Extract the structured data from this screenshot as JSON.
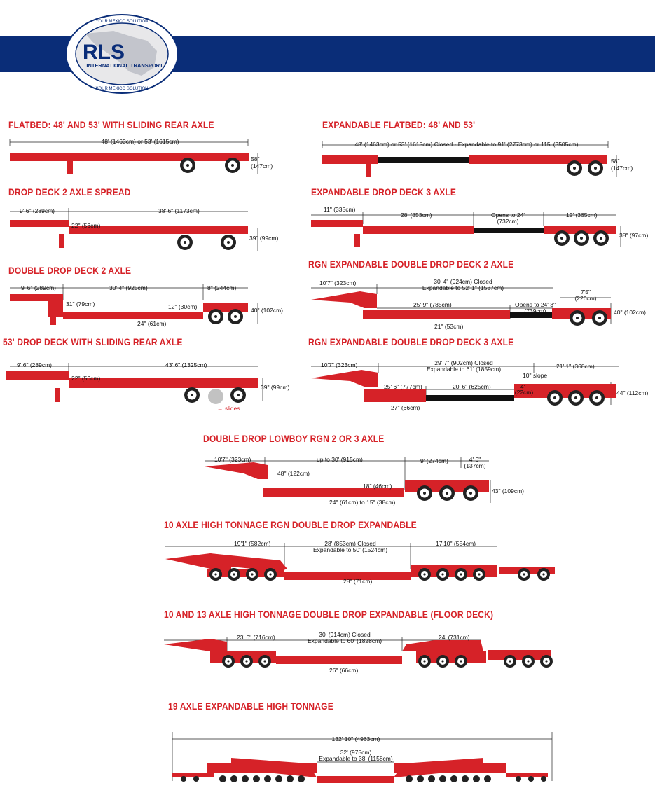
{
  "logo": {
    "brand": "RLS",
    "subtitle": "INTERNATIONAL TRANSPORT",
    "ring_text": "YOUR MEXICO SOLUTION"
  },
  "colors": {
    "trailer": "#d62228",
    "band": "#0a2d78",
    "title": "#d62228",
    "expansion": "#111111"
  },
  "sections": {
    "flatbed": {
      "title": "FLATBED: 48' AND 53' WITH SLIDING REAR AXLE",
      "dims": [
        "48' (1463cm) or 53' (1615cm)",
        "58\"",
        "(147cm)"
      ]
    },
    "exp_flatbed": {
      "title": "EXPANDABLE FLATBED: 48' AND 53'",
      "dims": [
        "48' (1463cm) or 53' (1615cm) Closed - Expandable to 91' (2773cm) or 115' (3505cm)",
        "58\"",
        "(147cm)"
      ]
    },
    "dd2_spread": {
      "title": "DROP DECK 2 AXLE SPREAD",
      "dims": [
        "9' 6\" (289cm)",
        "38' 6\" (1173cm)",
        "22\" (56cm)",
        "39\" (99cm)"
      ]
    },
    "exp_dd3": {
      "title": "EXPANDABLE DROP DECK 3 AXLE",
      "dims": [
        "11\" (335cm)",
        "28' (853cm)",
        "Opens to 24'",
        "(732cm)",
        "12' (365cm)",
        "38\" (97cm)"
      ]
    },
    "double_drop2": {
      "title": "DOUBLE DROP DECK 2 AXLE",
      "dims": [
        "9' 6\" (289cm)",
        "30' 4\" (925cm)",
        "8\" (244cm)",
        "31\" (79cm)",
        "12\" (30cm)",
        "40\" (102cm)",
        "24\" (61cm)"
      ]
    },
    "rgn_exp2": {
      "title": "RGN EXPANDABLE DOUBLE DROP DECK 2 AXLE",
      "dims": [
        "10'7\" (323cm)",
        "30' 4\" (924cm) Closed",
        "Expandable to 52' 1\" (1587cm)",
        "7'5\"",
        "(226cm)",
        "25' 9\" (785cm)",
        "Opens to 24' 3\"",
        "(739cm)",
        "40\" (102cm)",
        "21\" (53cm)"
      ]
    },
    "dd53": {
      "title": "53' DROP DECK WITH SLIDING REAR AXLE",
      "dims": [
        "9' 6\" (289cm)",
        "43' 6\" (1325cm)",
        "22\" (56cm)",
        "39\" (99cm)",
        "← slides"
      ]
    },
    "rgn_exp3": {
      "title": "RGN EXPANDABLE DOUBLE DROP DECK 3 AXLE",
      "dims": [
        "10'7\" (323cm)",
        "29' 7\" (902cm) Closed",
        "Expandable to 61' (1859cm)",
        "21' 1\" (368cm)",
        "10\" slope",
        "25' 6\" (777cm)",
        "20' 6\" (625cm)",
        "4'",
        "(22cm)",
        "44\" (112cm)",
        "27\" (66cm)"
      ]
    },
    "lowboy": {
      "title": "DOUBLE DROP LOWBOY RGN 2 OR 3 AXLE",
      "dims": [
        "10'7\" (323cm)",
        "up to 30' (915cm)",
        "9' (274cm)",
        "4' 6\"",
        "(137cm)",
        "48\" (122cm)",
        "18\" (46cm)",
        "43\" (109cm)",
        "24\" (61cm) to 15\" (38cm)"
      ]
    },
    "ten_axle": {
      "title": "10 AXLE HIGH TONNAGE RGN DOUBLE DROP EXPANDABLE",
      "dims": [
        "19'1\" (582cm)",
        "28' (853cm) Closed",
        "Expandable to 50' (1524cm)",
        "17'10\" (554cm)",
        "28\" (71cm)"
      ]
    },
    "ten13_axle": {
      "title": "10 AND 13 AXLE HIGH TONNAGE DOUBLE DROP EXPANDABLE (FLOOR DECK)",
      "dims": [
        "23' 6\" (716cm)",
        "30' (914cm) Closed",
        "Expandable to 60' (1828cm)",
        "24' (731cm)",
        "26\" (66cm)"
      ]
    },
    "nineteen_axle": {
      "title": "19 AXLE EXPANDABLE HIGH TONNAGE",
      "dims": [
        "132' 10\" (4963cm)",
        "32' (975cm)",
        "Expandable to 38' (1158cm)"
      ]
    }
  }
}
